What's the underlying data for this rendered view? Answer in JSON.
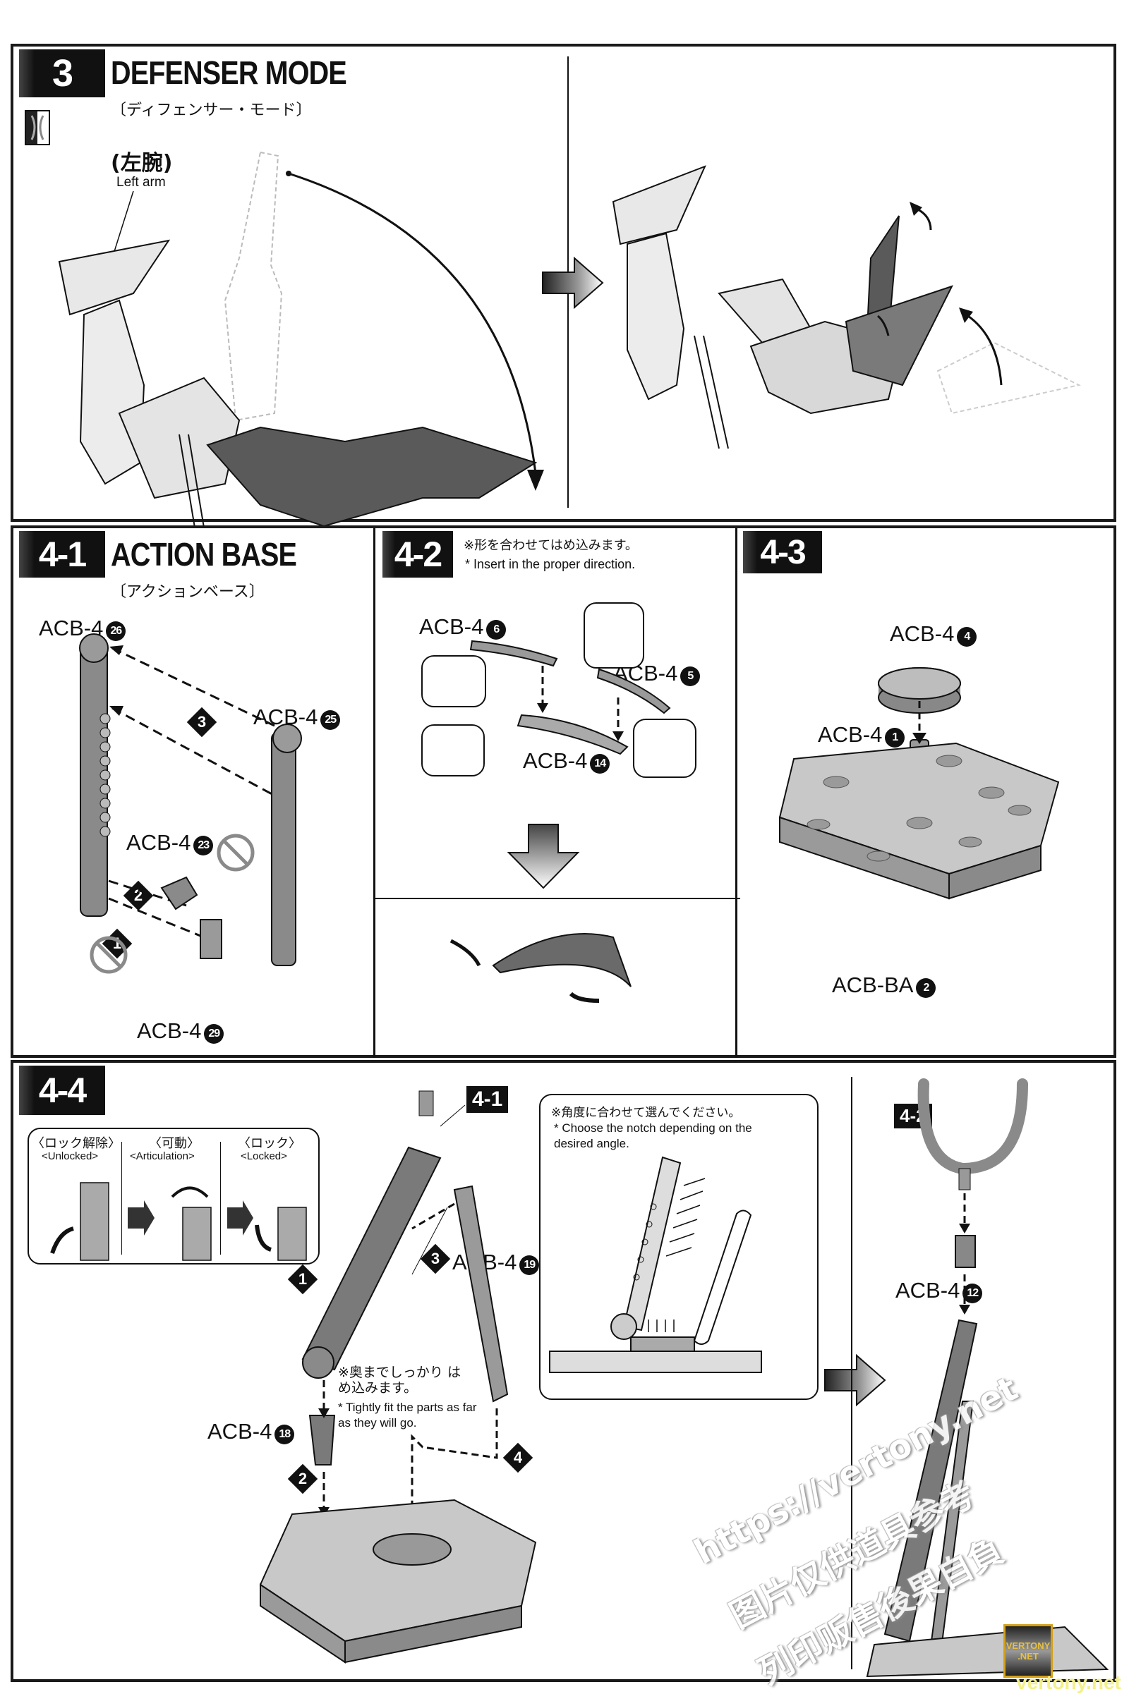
{
  "step3": {
    "number": "3",
    "title": "DEFENSER MODE",
    "subtitle_jp": "〔ディフェンサー・モード〕",
    "arm_label_jp": "(左腕)",
    "arm_label_en": "Left arm"
  },
  "step4_1": {
    "number": "4-1",
    "title": "ACTION BASE",
    "subtitle_jp": "〔アクションベース〕",
    "parts": [
      {
        "prefix": "ACB-4",
        "num": "26"
      },
      {
        "prefix": "ACB-4",
        "num": "25"
      },
      {
        "prefix": "ACB-4",
        "num": "23"
      },
      {
        "prefix": "ACB-4",
        "num": "29"
      }
    ],
    "steps": [
      "1",
      "2",
      "3"
    ]
  },
  "step4_2": {
    "number": "4-2",
    "note_jp": "※形を合わせてはめ込みます。",
    "note_en": "* Insert in the proper direction.",
    "parts": [
      {
        "prefix": "ACB-4",
        "num": "6"
      },
      {
        "prefix": "ACB-4",
        "num": "5"
      },
      {
        "prefix": "ACB-4",
        "num": "14"
      }
    ]
  },
  "step4_3": {
    "number": "4-3",
    "parts": [
      {
        "prefix": "ACB-4",
        "num": "4"
      },
      {
        "prefix": "ACB-4",
        "num": "1"
      },
      {
        "prefix": "ACB-BA",
        "num": "2"
      }
    ]
  },
  "step4_4": {
    "number": "4-4",
    "modes": [
      {
        "jp": "〈ロック解除〉",
        "en": "<Unlocked>"
      },
      {
        "jp": "〈可動〉",
        "en": "<Articulation>"
      },
      {
        "jp": "〈ロック〉",
        "en": "<Locked>"
      }
    ],
    "ref_4_1": "4-1",
    "ref_4_2": "4-2",
    "angle_note_jp": "※角度に合わせて選んでください。",
    "angle_note_en": "* Choose the notch depending on the desired angle.",
    "fit_note_jp": "※奥までしっかり はめ込みます。",
    "fit_note_en": "* Tightly fit the parts as far as they will go.",
    "parts": [
      {
        "prefix": "ACB-4",
        "num": "19"
      },
      {
        "prefix": "ACB-4",
        "num": "18"
      },
      {
        "prefix": "ACB-4",
        "num": "12"
      }
    ],
    "steps": [
      "1",
      "2",
      "3",
      "4"
    ]
  },
  "watermark": {
    "url": "https://vertony.net",
    "line1": "图片仅供道具参考",
    "line2": "列印贩售後果自負",
    "badge_line1": "VERTONY",
    "badge_line2": ".NET",
    "footer": "vertony.net"
  },
  "colors": {
    "ink": "#111111",
    "part_gray": "#8a8a8a",
    "dark_part": "#5a5a5a",
    "badge_gold": "#d4a017",
    "footer_yellow": "#f3f08a"
  }
}
